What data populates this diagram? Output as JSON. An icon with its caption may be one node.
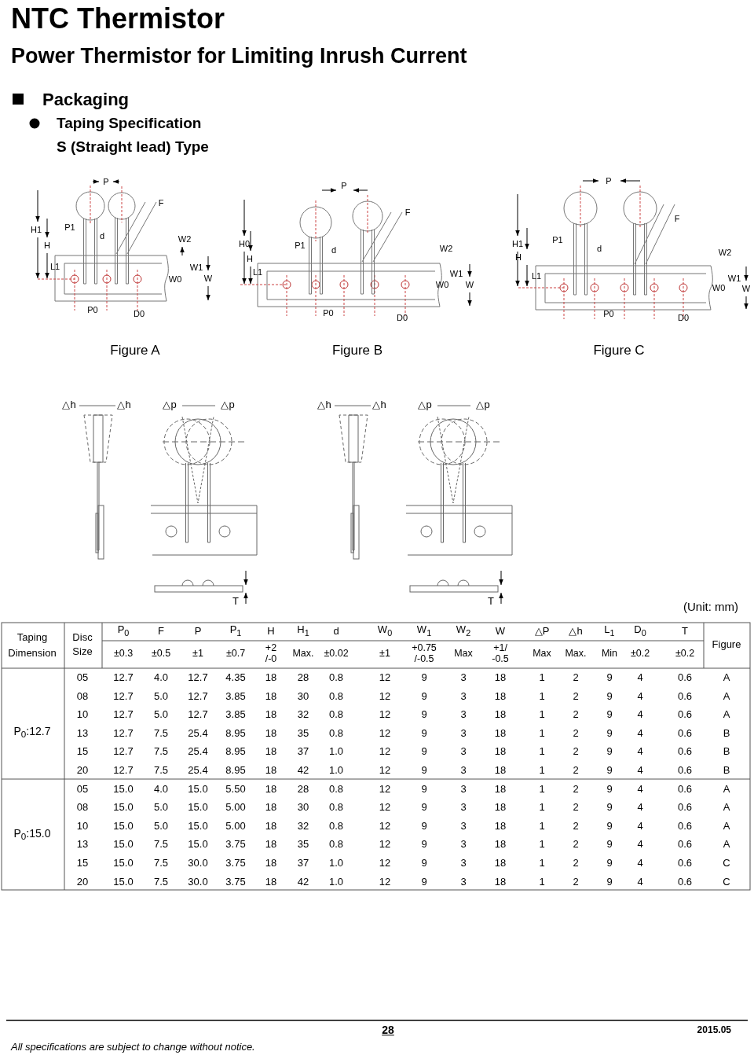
{
  "diagram": {
    "title": "NTC Thermistor",
    "labels": [
      "Power Thermistor for Limiting Inrush Current",
      "Packaging",
      "Taping Specification",
      "S (Straight lead) Type",
      "P",
      "F",
      "H1",
      "P1",
      "d",
      "W2",
      "H",
      "L1",
      "W1",
      "W0",
      "W",
      "P0",
      "D0",
      "P",
      "F",
      "H0",
      "P1",
      "d",
      "W2",
      "H",
      "L1",
      "W1",
      "W0",
      "W",
      "P0",
      "D0",
      "P",
      "F",
      "H1",
      "P1",
      "d",
      "W2",
      "H",
      "L1",
      "W1",
      "W0",
      "W",
      "P0",
      "D0",
      "Figure A",
      "Figure B",
      "Figure C",
      "△h",
      "△h",
      "△p",
      "△p",
      "△h",
      "△h",
      "△p",
      "△p",
      "T",
      "T",
      "(Unit: mm)",
      "Taping Dimension",
      "Disc Size",
      "P$_{0}$",
      "F",
      "P",
      "P$_{1}$",
      "H",
      "H$_{1}$",
      "d",
      "W$_{0}$",
      "W$_{1}$",
      "W$_{2}$",
      "W",
      "△P",
      "△h",
      "L$_{1}$",
      "D$_{0}$",
      "T",
      "Figure",
      "±0.3",
      "±0.5",
      "±1",
      "±0.7",
      "+2 /-0",
      "Max.",
      "±0.02",
      "±1",
      "+0.75 /-0.5",
      "Max",
      "+1/ -0.5",
      "Max",
      "Max.",
      "Min",
      "±0.2",
      "±0.2",
      "P$_{0}$:12.7",
      "05",
      "12.7",
      "4.0",
      "12.7",
      "4.35",
      "18",
      "28",
      "0.8",
      "12",
      "9",
      "3",
      "18",
      "1",
      "2",
      "9",
      "4",
      "0.6",
      "A",
      "08",
      "12.7",
      "5.0",
      "12.7",
      "3.85",
      "18",
      "30",
      "0.8",
      "12",
      "9",
      "3",
      "18",
      "1",
      "2",
      "9",
      "4",
      "0.6",
      "A",
      "10",
      "12.7",
      "5.0",
      "12.7",
      "3.85",
      "18",
      "32",
      "0.8",
      "12",
      "9",
      "3",
      "18",
      "1",
      "2",
      "9",
      "4",
      "0.6",
      "A",
      "13",
      "12.7",
      "7.5",
      "25.4",
      "8.95",
      "18",
      "35",
      "0.8",
      "12",
      "9",
      "3",
      "18",
      "1",
      "2",
      "9",
      "4",
      "0.6",
      "B",
      "15",
      "12.7",
      "7.5",
      "25.4",
      "8.95",
      "18",
      "37",
      "1.0",
      "12",
      "9",
      "3",
      "18",
      "1",
      "2",
      "9",
      "4",
      "0.6",
      "B",
      "20",
      "12.7",
      "7.5",
      "25.4",
      "8.95",
      "18",
      "42",
      "1.0",
      "12",
      "9",
      "3",
      "18",
      "1",
      "2",
      "9",
      "4",
      "0.6",
      "B",
      "P$_{0}$:15.0",
      "05",
      "15.0",
      "4.0",
      "15.0",
      "5.50",
      "18",
      "28",
      "0.8",
      "12",
      "9",
      "3",
      "18",
      "1",
      "2",
      "9",
      "4",
      "0.6",
      "A",
      "08",
      "15.0",
      "5.0",
      "15.0",
      "5.00",
      "18",
      "30",
      "0.8",
      "12",
      "9",
      "3",
      "18",
      "1",
      "2",
      "9",
      "4",
      "0.6",
      "A",
      "10",
      "15.0",
      "5.0",
      "15.0",
      "5.00",
      "18",
      "32",
      "0.8",
      "12",
      "9",
      "3",
      "18",
      "1",
      "2",
      "9",
      "4",
      "0.6",
      "A",
      "13",
      "15.0",
      "7.5",
      "15.0",
      "3.75",
      "18",
      "35",
      "0.8",
      "12",
      "9",
      "3",
      "18",
      "1",
      "2",
      "9",
      "4",
      "0.6",
      "A",
      "15",
      "15.0",
      "7.5",
      "30.0",
      "3.75",
      "18",
      "37",
      "1.0",
      "12",
      "9",
      "3",
      "18",
      "1",
      "2",
      "9",
      "4",
      "0.6",
      "C",
      "20",
      "15.0",
      "7.5",
      "30.0",
      "3.75",
      "18",
      "42",
      "1.0",
      "12",
      "9",
      "3",
      "18",
      "1",
      "2",
      "9",
      "4",
      "0.6",
      "C",
      "28",
      "2015.05",
      "All specifications are subject to change without notice."
    ]
  }
}
